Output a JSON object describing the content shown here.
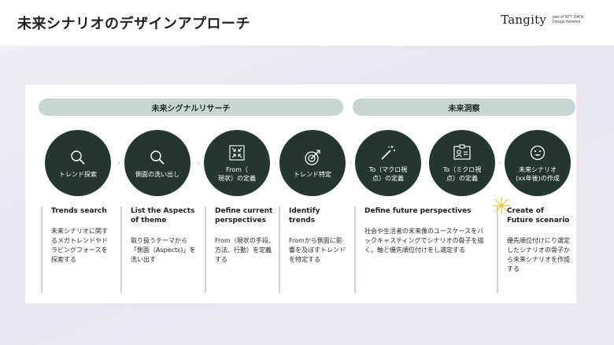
{
  "header": {
    "title": "未来シナリオのデザインアプローチ",
    "logo_word": "Tangity",
    "logo_tagline": "part of NTT DATA Design Network"
  },
  "phases": [
    {
      "label": "未来シグナルリサーチ"
    },
    {
      "label": "未来洞察"
    }
  ],
  "steps": [
    {
      "icon": "magnifier-icon",
      "circle_label": "トレンド探索",
      "title": "Trends search",
      "desc": "未来シナリオに関するメガトレンドやドラビングフォースを探索する"
    },
    {
      "icon": "magnifier-icon",
      "circle_label": "側面の洗い出し",
      "title": "List the Aspects of theme",
      "desc": "取り扱うテーマから「側面（Aspects)」を洗い出す"
    },
    {
      "icon": "collapse-arrows-icon",
      "circle_label": "From（\n現状）の定義",
      "title": "Define current perspectives",
      "desc": "From（現状の手段、方法、行動）を定義する"
    },
    {
      "icon": "target-icon",
      "circle_label": "トレンド特定",
      "title": "Identify trends",
      "desc": "Fromから側面に影響を及ぼすトレンドを特定する"
    },
    {
      "icon": "magic-wand-icon",
      "circle_label": "To（マクロ視\n点）の定義",
      "title": "Define future perspectives",
      "desc": "社会や生活者の未来像のユースケースをバックキャスティングでシナリオの骨子を描く。軸と優先順位付けをし選定する"
    },
    {
      "icon": "id-card-icon",
      "circle_label": "To（ミクロ視\n点）の定義",
      "title": "",
      "desc": ""
    },
    {
      "icon": "smiley-icon",
      "circle_label": "未来シナリオ\n(xx年後)の作成",
      "title": "Create of Future scenario",
      "desc": "優先順位付けにり選定したシナリオの骨子から未来シナリオを作成する"
    }
  ],
  "colors": {
    "circle": "#23362f",
    "band": "#c5d6d2",
    "accent_spark": "#f0c23b"
  }
}
